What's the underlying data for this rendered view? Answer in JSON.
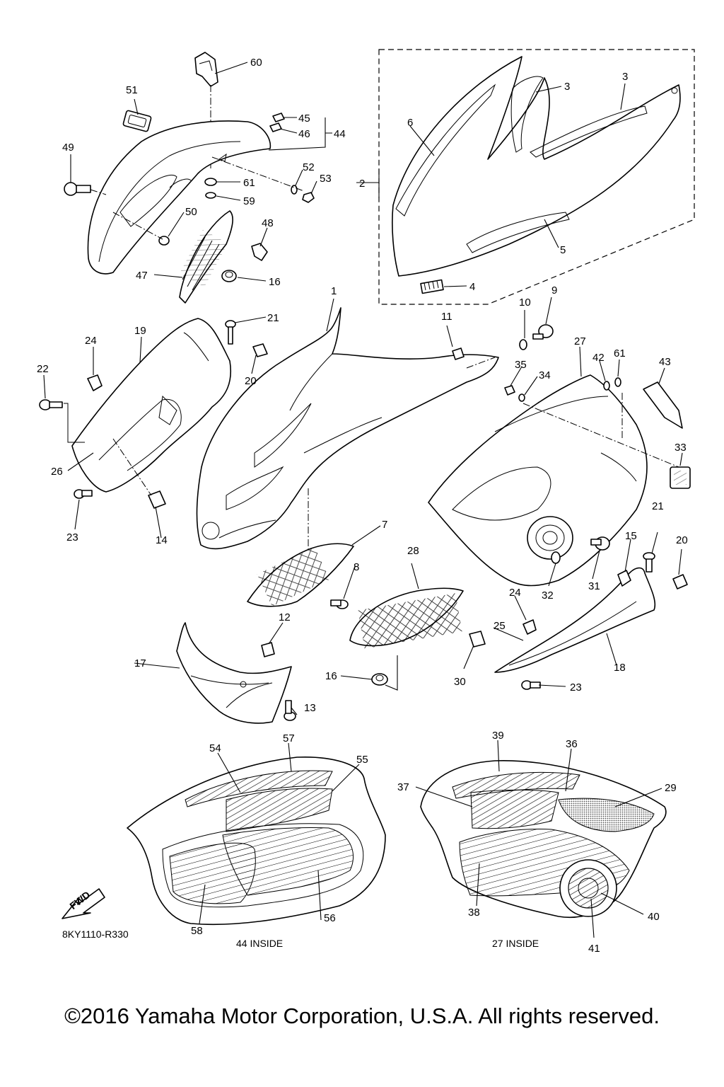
{
  "diagram": {
    "drawing_code": "8KY1110-R330",
    "fwd_label": "FWD",
    "inset_left_caption": "44 INSIDE",
    "inset_right_caption": "27 INSIDE",
    "callouts": {
      "c1": "1",
      "c2": "2",
      "c3a": "3",
      "c3b": "3",
      "c4": "4",
      "c5": "5",
      "c6": "6",
      "c7": "7",
      "c8": "8",
      "c9": "9",
      "c10": "10",
      "c11": "11",
      "c12": "12",
      "c13": "13",
      "c14": "14",
      "c15": "15",
      "c16a": "16",
      "c16b": "16",
      "c17": "17",
      "c18": "18",
      "c19": "19",
      "c20a": "20",
      "c20b": "20",
      "c21a": "21",
      "c21b": "21",
      "c22": "22",
      "c23a": "23",
      "c23b": "23",
      "c24a": "24",
      "c24b": "24",
      "c25": "25",
      "c26": "26",
      "c27": "27",
      "c28": "28",
      "c29": "29",
      "c30": "30",
      "c31": "31",
      "c32": "32",
      "c33": "33",
      "c34": "34",
      "c35": "35",
      "c36": "36",
      "c37": "37",
      "c38": "38",
      "c39": "39",
      "c40": "40",
      "c41": "41",
      "c42": "42",
      "c43": "43",
      "c44": "44",
      "c45": "45",
      "c46": "46",
      "c47": "47",
      "c48": "48",
      "c49": "49",
      "c50": "50",
      "c51": "51",
      "c52": "52",
      "c53": "53",
      "c54": "54",
      "c55": "55",
      "c56": "56",
      "c57": "57",
      "c58": "58",
      "c59": "59",
      "c60": "60",
      "c61a": "61",
      "c61b": "61"
    }
  },
  "footer": {
    "copyright": "©2016 Yamaha Motor Corporation, U.S.A. All rights reserved."
  }
}
